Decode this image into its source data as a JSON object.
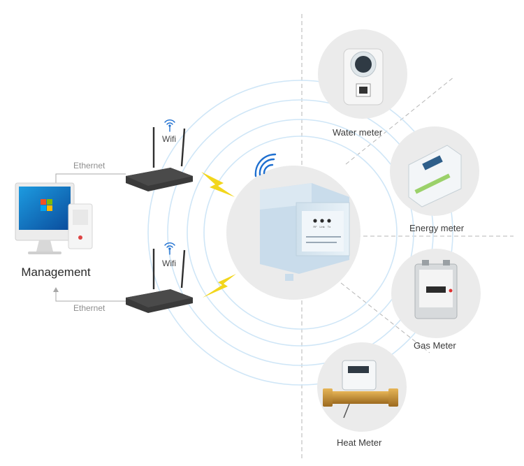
{
  "labels": {
    "ethernet_top": "Ethernet",
    "ethernet_bottom": "Ethernet",
    "wifi_top": "Wifi",
    "wifi_bottom": "Wifi",
    "management": "Management"
  },
  "meters": [
    {
      "label": "Water meter",
      "icon": "water-meter"
    },
    {
      "label": "Energy meter",
      "icon": "energy-meter"
    },
    {
      "label": "Gas Meter",
      "icon": "gas-meter"
    },
    {
      "label": "Heat Meter",
      "icon": "heat-meter"
    }
  ],
  "device": {
    "led_labels": [
      "RF",
      "Link",
      "Tx"
    ]
  },
  "colors": {
    "circle_bg": "#ebebeb",
    "wave": "#cfe6f7",
    "signal_blue": "#1e6fd0",
    "bolt": "#f2d61c",
    "router": "#3a3a3a",
    "dashed": "#b5b5b5"
  }
}
